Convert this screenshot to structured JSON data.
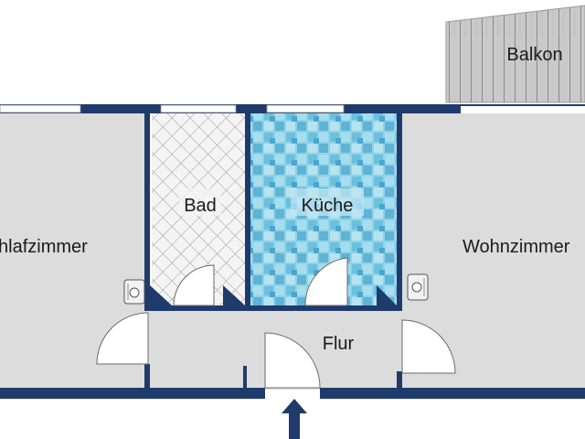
{
  "rooms": {
    "balkon": "Balkon",
    "bad": "Bad",
    "kueche": "Küche",
    "schlafzimmer": "hlafzimmer",
    "wohnzimmer": "Wohnzimmer",
    "flur": "Flur"
  },
  "colors": {
    "wall": "#1f3b6b",
    "floor": "#dcdcdc",
    "balcony": "#c8c8c8",
    "kitchen_tile": "#7fcde3",
    "entrance_arrow": "#1f3b6b"
  },
  "icons": {
    "entrance": "arrow-up-icon",
    "heater": "radiator-icon"
  }
}
